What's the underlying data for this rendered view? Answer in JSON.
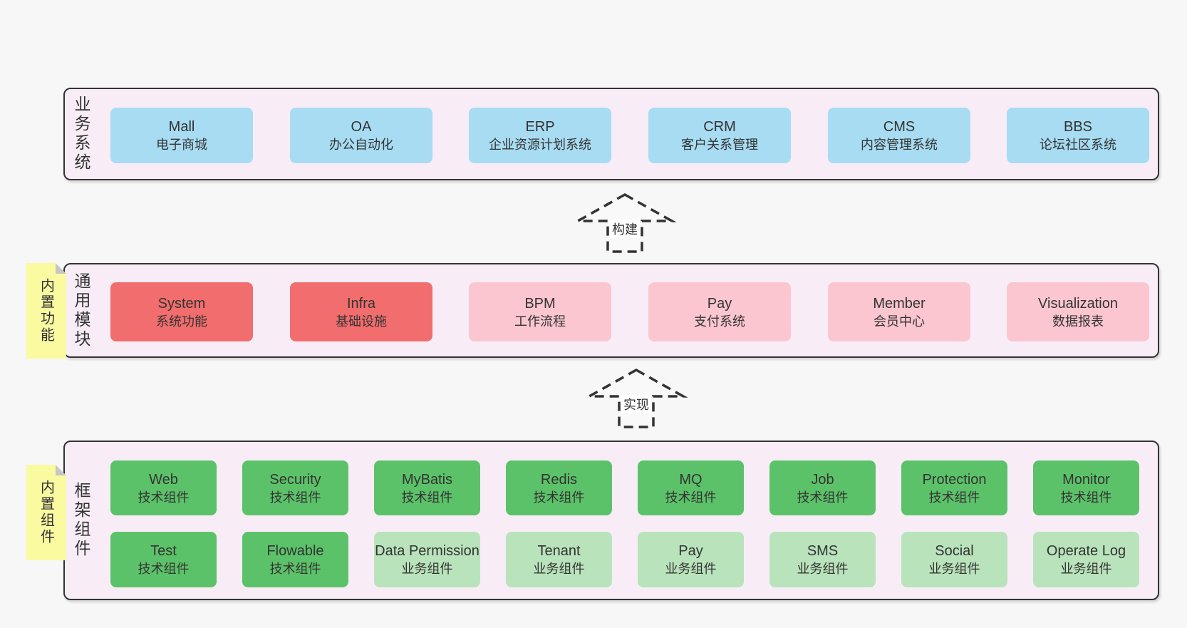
{
  "colors": {
    "page_bg": "#f7f7f7",
    "section_bg": "#f8edf6",
    "section_border": "#333333",
    "blue_box": "#a8dcf2",
    "red_box": "#f26d6d",
    "pink_box": "#fbc6d0",
    "green_box": "#5cc269",
    "light_green_box": "#b9e3bb",
    "sticky_bg": "#fafaa1",
    "sticky_fold": "#c6c6c6",
    "text": "#333333"
  },
  "sections": [
    {
      "label": "业务系统",
      "boxes": [
        {
          "title": "Mall",
          "subtitle": "电子商城"
        },
        {
          "title": "OA",
          "subtitle": "办公自动化"
        },
        {
          "title": "ERP",
          "subtitle": "企业资源计划系统"
        },
        {
          "title": "CRM",
          "subtitle": "客户关系管理"
        },
        {
          "title": "CMS",
          "subtitle": "内容管理系统"
        },
        {
          "title": "BBS",
          "subtitle": "论坛社区系统"
        }
      ]
    },
    {
      "label": "通用模块",
      "sticky": "内置功能",
      "boxes": [
        {
          "title": "System",
          "subtitle": "系统功能"
        },
        {
          "title": "Infra",
          "subtitle": "基础设施"
        },
        {
          "title": "BPM",
          "subtitle": "工作流程"
        },
        {
          "title": "Pay",
          "subtitle": "支付系统"
        },
        {
          "title": "Member",
          "subtitle": "会员中心"
        },
        {
          "title": "Visualization",
          "subtitle": "数据报表"
        }
      ]
    },
    {
      "label": "框架组件",
      "sticky": "内置组件",
      "rows": [
        [
          {
            "title": "Web",
            "subtitle": "技术组件"
          },
          {
            "title": "Security",
            "subtitle": "技术组件"
          },
          {
            "title": "MyBatis",
            "subtitle": "技术组件"
          },
          {
            "title": "Redis",
            "subtitle": "技术组件"
          },
          {
            "title": "MQ",
            "subtitle": "技术组件"
          },
          {
            "title": "Job",
            "subtitle": "技术组件"
          },
          {
            "title": "Protection",
            "subtitle": "技术组件"
          },
          {
            "title": "Monitor",
            "subtitle": "技术组件"
          }
        ],
        [
          {
            "title": "Test",
            "subtitle": "技术组件"
          },
          {
            "title": "Flowable",
            "subtitle": "技术组件"
          },
          {
            "title": "Data Permission",
            "subtitle": "业务组件"
          },
          {
            "title": "Tenant",
            "subtitle": "业务组件"
          },
          {
            "title": "Pay",
            "subtitle": "业务组件"
          },
          {
            "title": "SMS",
            "subtitle": "业务组件"
          },
          {
            "title": "Social",
            "subtitle": "业务组件"
          },
          {
            "title": "Operate Log",
            "subtitle": "业务组件"
          }
        ]
      ]
    }
  ],
  "arrows": [
    {
      "label": "构建"
    },
    {
      "label": "实现"
    }
  ]
}
